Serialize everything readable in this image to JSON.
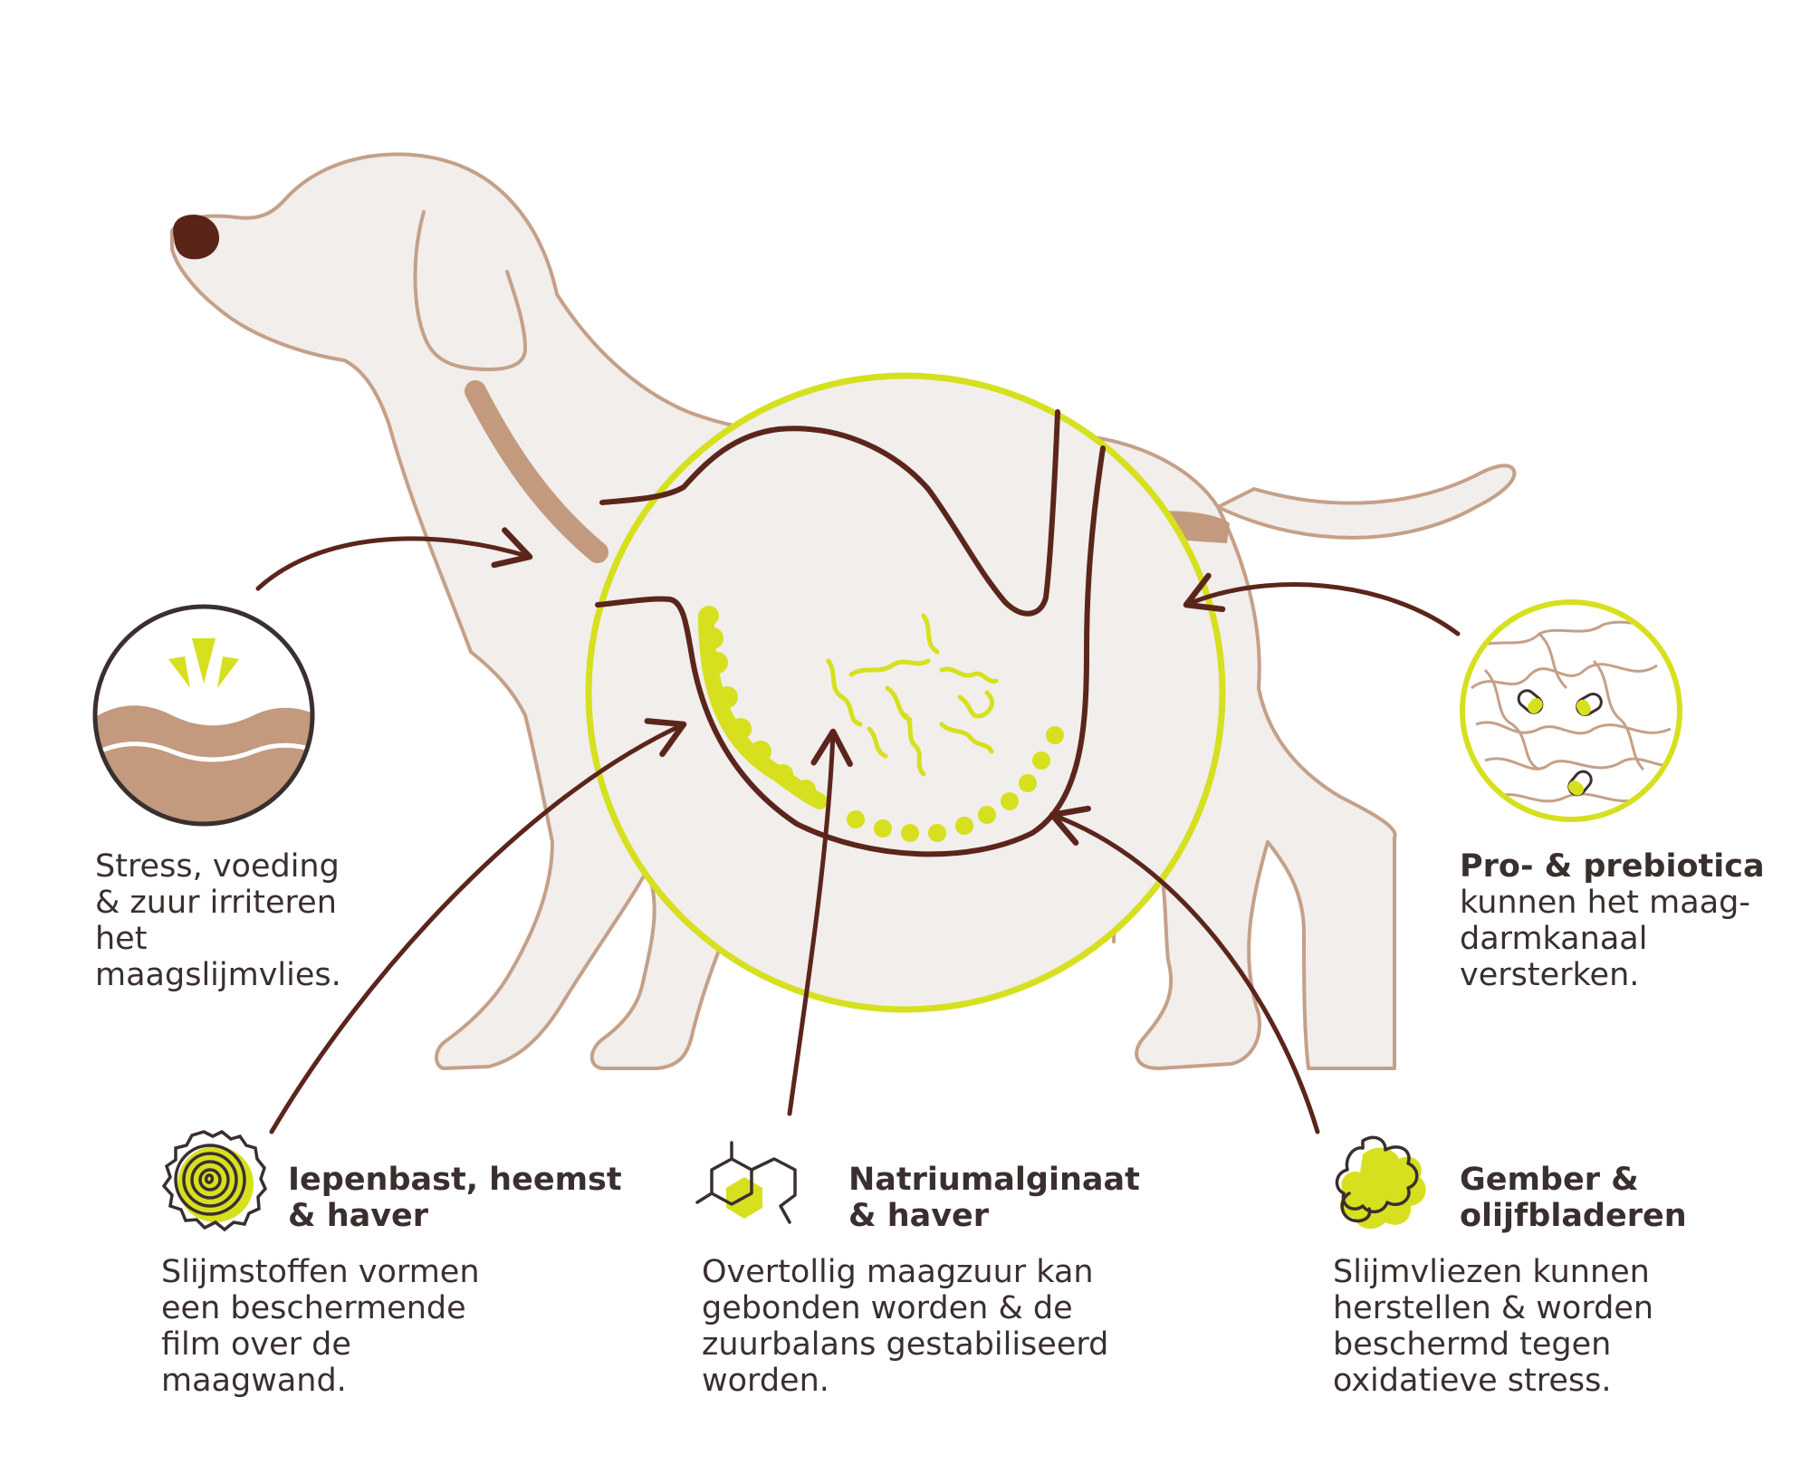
{
  "colors": {
    "dog_fill": "#f1eeec",
    "dog_outline": "#c5a088",
    "collar": "#c39a7d",
    "nose": "#5a2418",
    "arrow": "#5b251c",
    "accent": "#d6e01f",
    "lining": "#b98a6b"
  },
  "callouts": {
    "stress": {
      "icon": "mucosa-irritation-icon",
      "body": "Stress, voeding\n& zuur irriteren\nhet\nmaagslijmvlies."
    },
    "probiotics": {
      "icon": "intestine-capsules-icon",
      "title": "Pro- & prebiotica",
      "body": "kunnen het maag-\ndarmkanaal\nversterken."
    },
    "elm": {
      "icon": "tree-rings-icon",
      "title": "Iepenbast, heemst\n& haver",
      "body": "Slijmstoffen vormen\neen beschermende\nfilm over de\nmaagwand."
    },
    "alginate": {
      "icon": "molecule-icon",
      "title": "Natriumalginaat\n& haver",
      "body": "Overtollig maagzuur kan\ngebonden worden & de\nzuurbalans gestabiliseerd\nworden."
    },
    "ginger": {
      "icon": "ginger-root-icon",
      "title": "Gember &\nolijfbladeren",
      "body": "Slijmvliezen kunnen\nherstellen & worden\nbeschermd tegen\noxidatieve stress."
    }
  }
}
